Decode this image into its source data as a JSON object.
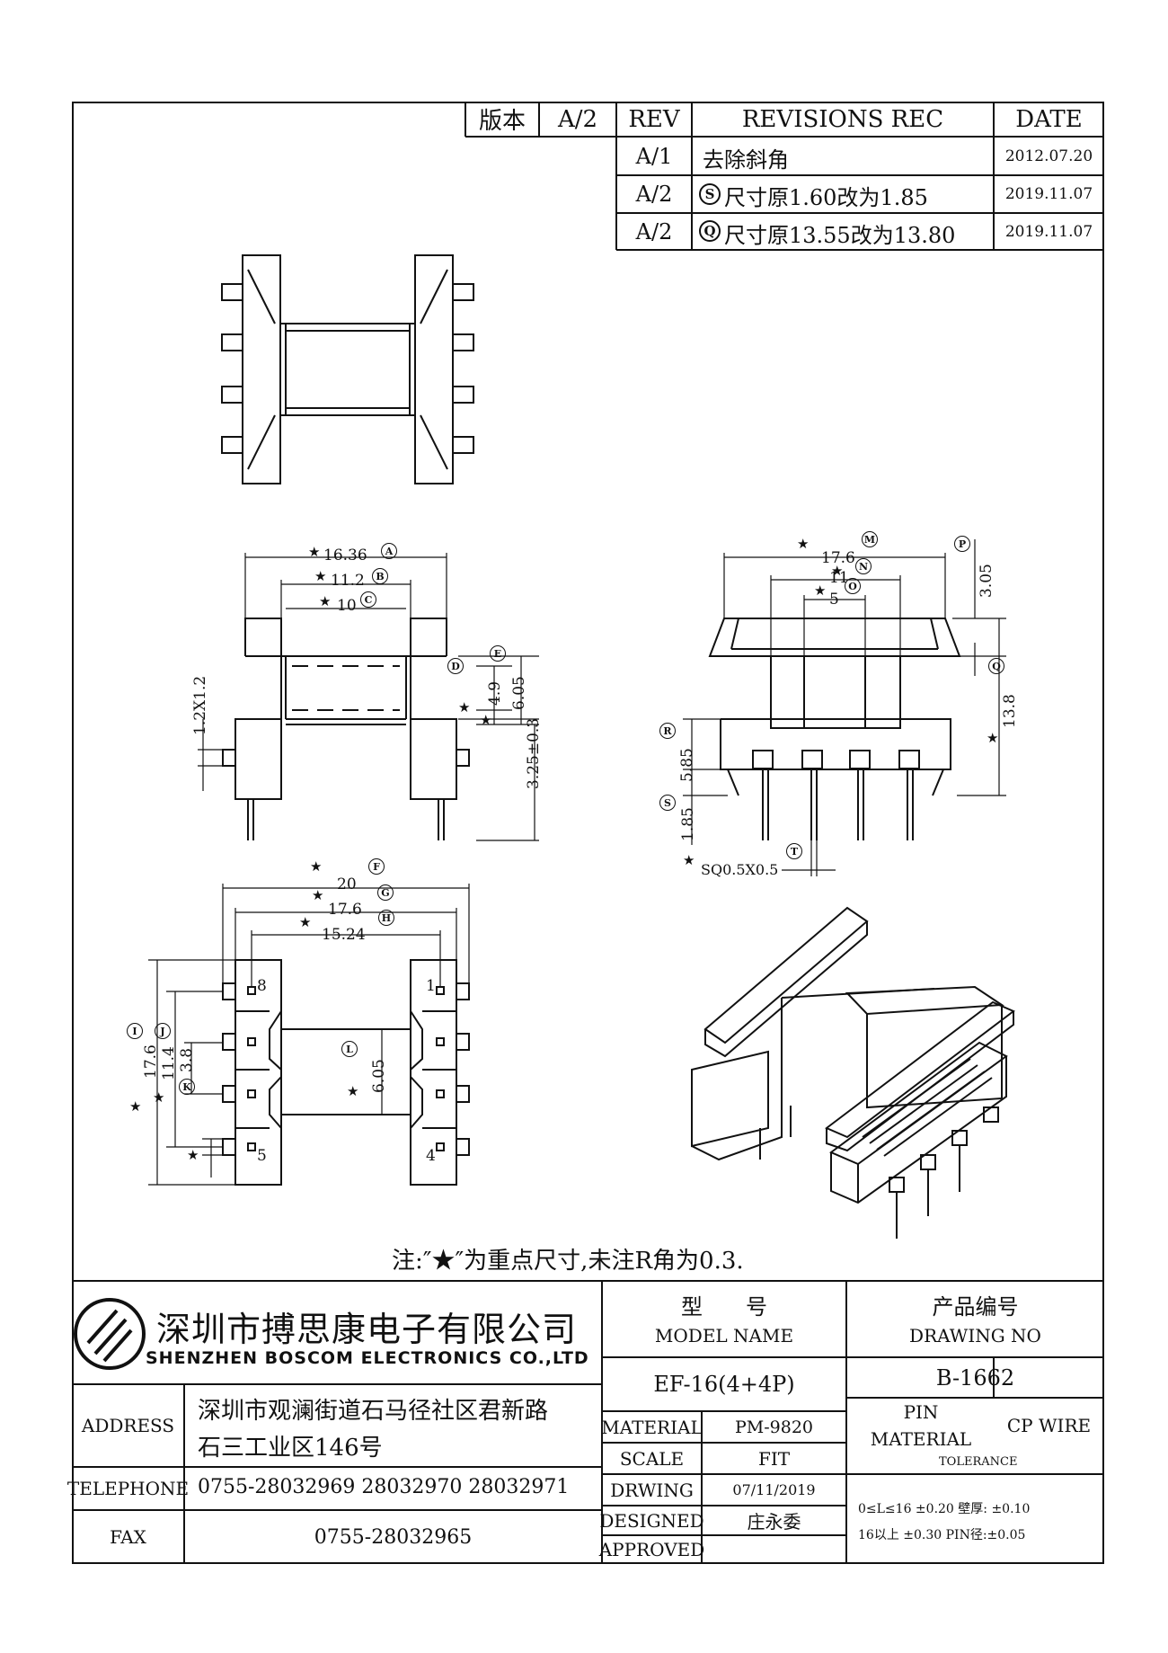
{
  "revision_table": {
    "version_label": "版本",
    "version_value": "A/2",
    "headers": {
      "rev": "REV",
      "rec": "REVISIONS REC",
      "date": "DATE"
    },
    "rows": [
      {
        "rev": "A/1",
        "mark": "",
        "rec": "去除斜角",
        "date": "2012.07.20"
      },
      {
        "rev": "A/2",
        "mark": "S",
        "rec": "尺寸原1.60改为1.85",
        "date": "2019.11.07"
      },
      {
        "rev": "A/2",
        "mark": "Q",
        "rec": "尺寸原13.55改为13.80",
        "date": "2019.11.07"
      }
    ]
  },
  "side_view": {
    "dim_a": "16.36",
    "mark_a": "A",
    "dim_b": "11.2",
    "mark_b": "B",
    "dim_c": "10",
    "mark_c": "C",
    "mark_d": "D",
    "mark_e": "E",
    "dim_49": "4.9",
    "dim_605": "6.05",
    "dim_325": "3.25±0.3",
    "dim_pin": "1.2X1.2"
  },
  "end_view": {
    "dim_m": "17.6",
    "mark_m": "M",
    "dim_n": "11",
    "mark_n": "N",
    "dim_o": "5",
    "mark_o": "O",
    "mark_p": "P",
    "dim_p": "3.05",
    "mark_q": "Q",
    "dim_q": "13.8",
    "mark_r": "R",
    "dim_r": "5.85",
    "mark_s": "S",
    "dim_s": "1.85",
    "mark_t": "T",
    "dim_t": "SQ0.5X0.5"
  },
  "bottom_view": {
    "dim_f": "20",
    "mark_f": "F",
    "dim_g": "17.6",
    "mark_g": "G",
    "dim_h": "15.24",
    "mark_h": "H",
    "dim_i": "17.6",
    "mark_i": "I",
    "dim_j": "11.4",
    "mark_j": "J",
    "dim_k": "3.8",
    "mark_k": "K",
    "mark_l": "L",
    "dim_l": "6.05",
    "pin_8": "8",
    "pin_1": "1",
    "pin_5": "5",
    "pin_4": "4"
  },
  "note": "注:″★″为重点尺寸,未注R角为0.3.",
  "title_block": {
    "company_cn": "深圳市搏思康电子有限公司",
    "company_en": "SHENZHEN BOSCOM ELECTRONICS CO.,LTD",
    "model_label_cn": "型　　号",
    "model_label_en": "MODEL NAME",
    "model_value": "EF-16(4+4P)",
    "drawing_label_cn": "产品编号",
    "drawing_label_en": "DRAWING NO",
    "drawing_value": "B-1662",
    "address_label": "ADDRESS",
    "address_line1": "深圳市观澜街道石马径社区君新路",
    "address_line2": "石三工业区146号",
    "telephone_label": "TELEPHONE",
    "telephone_value": "0755-28032969 28032970 28032971",
    "fax_label": "FAX",
    "fax_value": "0755-28032965",
    "material_label": "MATERIAL",
    "material_value": "PM-9820",
    "scale_label": "SCALE",
    "scale_value": "FIT",
    "drwing_label": "DRWING",
    "drwing_value": "07/11/2019",
    "designed_label": "DESIGNED",
    "designed_value": "庄永委",
    "approved_label": "APPROVED",
    "approved_value": "",
    "pin_material_label": "PIN MATERIAL",
    "pin_material_value": "CP WIRE",
    "tolerance_label": "TOLERANCE",
    "tol_line1": "0≤L≤16  ±0.20  壁厚:  ±0.10",
    "tol_line2": "16以上    ±0.30  PIN径:±0.05"
  }
}
